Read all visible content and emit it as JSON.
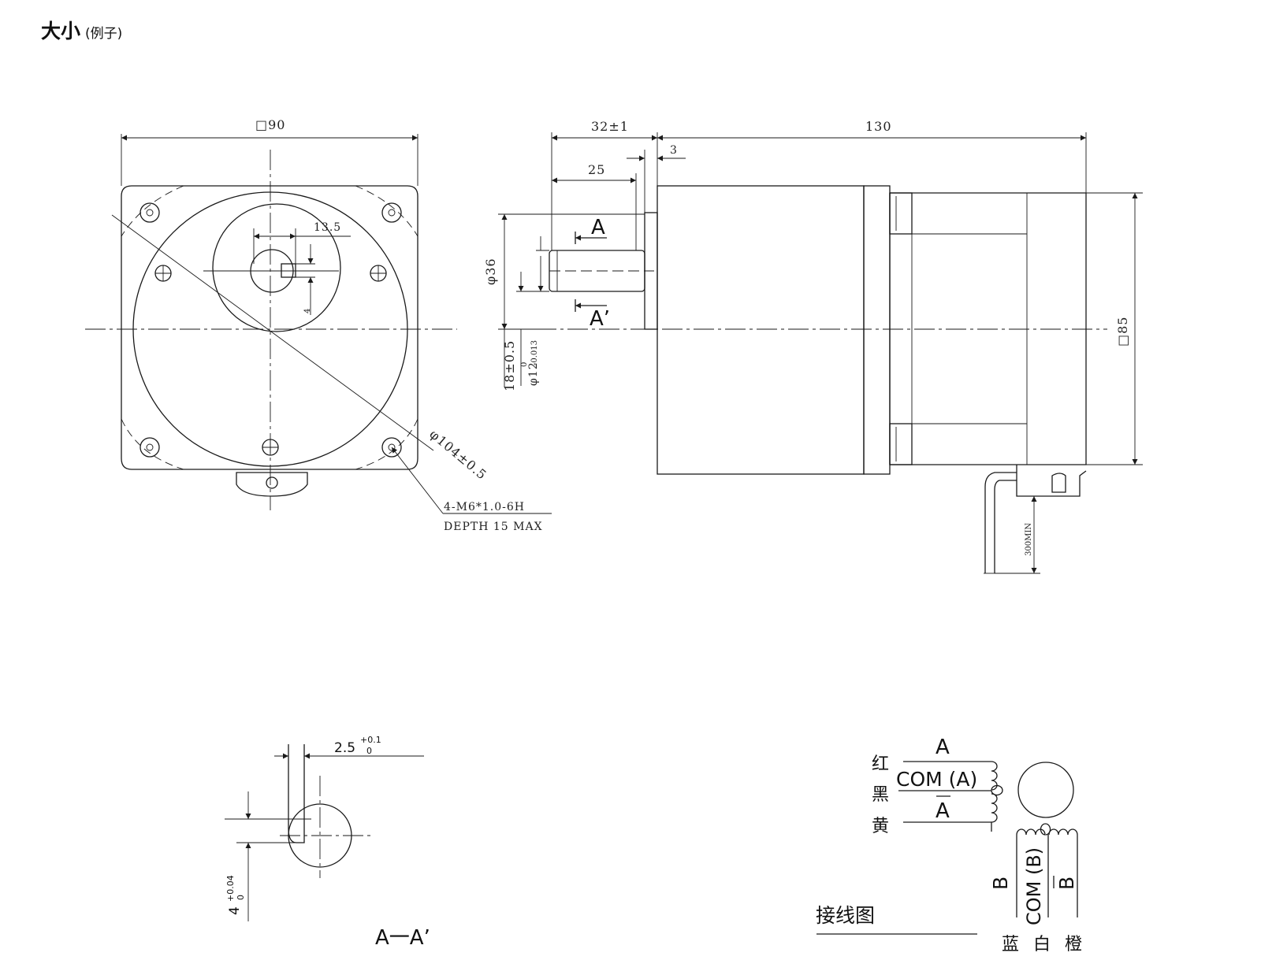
{
  "title": {
    "main": "大小",
    "sub": "(例子)"
  },
  "front_view": {
    "square_dim": "□90",
    "key_offset": "13.5",
    "key_height": "4",
    "circle_dim": "φ104±0.5",
    "thread_spec": "4-M6*1.0-6H",
    "thread_depth": "DEPTH 15 MAX"
  },
  "side_view": {
    "shaft_length": "32±1",
    "key_length": "25",
    "flange_thickness": "3",
    "body_length": "130",
    "boss_dia": "φ36",
    "shaft_dia": "φ12",
    "shaft_tol_upper": "0",
    "shaft_tol_lower": "-0.013",
    "center_height": "18±0.5",
    "body_square": "□85",
    "lead_length": "300MIN",
    "section_a": "A",
    "section_a_prime": "A’"
  },
  "section_view": {
    "key_width": "2.5",
    "key_width_tol_upper": "+0.1",
    "key_width_tol_lower": "0",
    "key_depth": "4",
    "key_depth_tol_upper": "+0.04",
    "key_depth_tol_lower": "0",
    "label": "A一A’"
  },
  "wiring": {
    "title": "接线图",
    "phase_a": "A",
    "com_a": "COM (A)",
    "phase_a_bar": "A",
    "color_red": "红",
    "color_black": "黑",
    "color_yellow": "黄",
    "phase_b": "B",
    "com_b": "COM (B)",
    "phase_b_bar": "B",
    "color_blue": "蓝",
    "color_white": "白",
    "color_orange": "橙"
  }
}
